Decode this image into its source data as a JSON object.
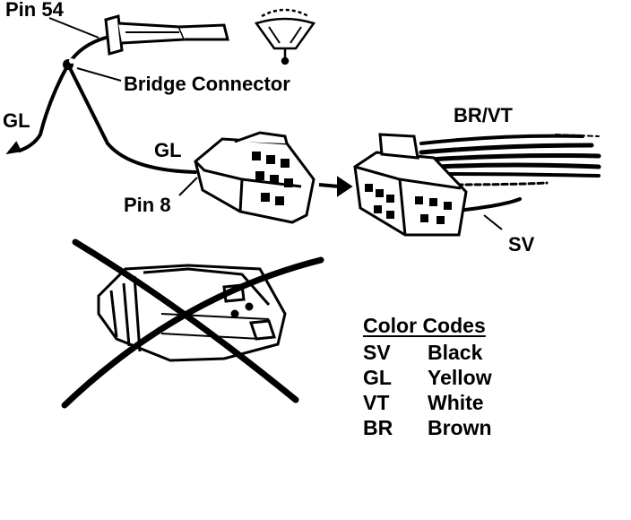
{
  "labels": {
    "pin54": "Pin 54",
    "bridge_connector": "Bridge Connector",
    "gl_left": "GL",
    "gl_wire": "GL",
    "pin8": "Pin 8",
    "br_vt": "BR/VT",
    "sv": "SV"
  },
  "legend": {
    "title": "Color Codes",
    "rows": [
      {
        "code": "SV",
        "color": "Black"
      },
      {
        "code": "GL",
        "color": "Yellow"
      },
      {
        "code": "VT",
        "color": "White"
      },
      {
        "code": "BR",
        "color": "Brown"
      }
    ]
  }
}
